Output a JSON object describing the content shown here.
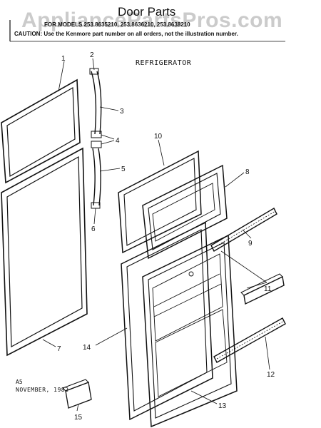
{
  "header": {
    "title": "Door Parts",
    "models_line": "FOR MODELS 253.8635210, 253.8636210, 253.8638210",
    "caution_line": "CAUTION: Use the Kenmore part number on all orders, not the illustration number."
  },
  "section_label": "REFRIGERATOR",
  "watermark": "AppliancePartsPros.com",
  "footer": {
    "code": "A5",
    "date": "NOVEMBER, 1982"
  },
  "callouts": [
    "1",
    "2",
    "3",
    "4",
    "5",
    "6",
    "7",
    "8",
    "9",
    "10",
    "11",
    "12",
    "13",
    "14",
    "15"
  ],
  "colors": {
    "ink": "#111111",
    "paper": "#ffffff",
    "watermark": "#a0a0a0"
  }
}
